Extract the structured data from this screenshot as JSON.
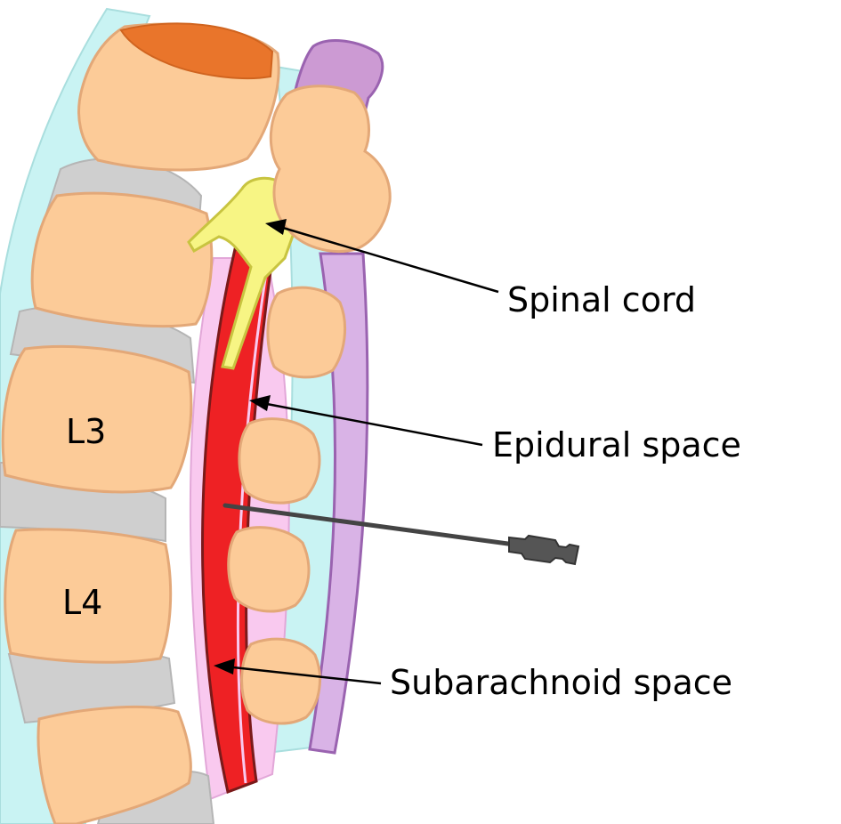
{
  "labels": {
    "spinal_cord": "Spinal cord",
    "epidural_space": "Epidural space",
    "subarachnoid_space": "Subarachnoid space",
    "vertebra_l3": "L3",
    "vertebra_l4": "L4"
  },
  "colors": {
    "bone": "#fccb98",
    "bone_outline": "#e3a878",
    "disc": "#cfcfcf",
    "ligament_outer": "#c9f3f3",
    "epidural_pink": "#f9c9ef",
    "dura_red": "#ee2124",
    "dura_outline": "#7a1a1a",
    "cord_yellow": "#f7f584",
    "cord_outline": "#c8c440",
    "ligament_purple": "#d6a6df",
    "purple_outline": "#9a63b0",
    "cap_orange": "#e9752b",
    "needle": "#444444"
  }
}
